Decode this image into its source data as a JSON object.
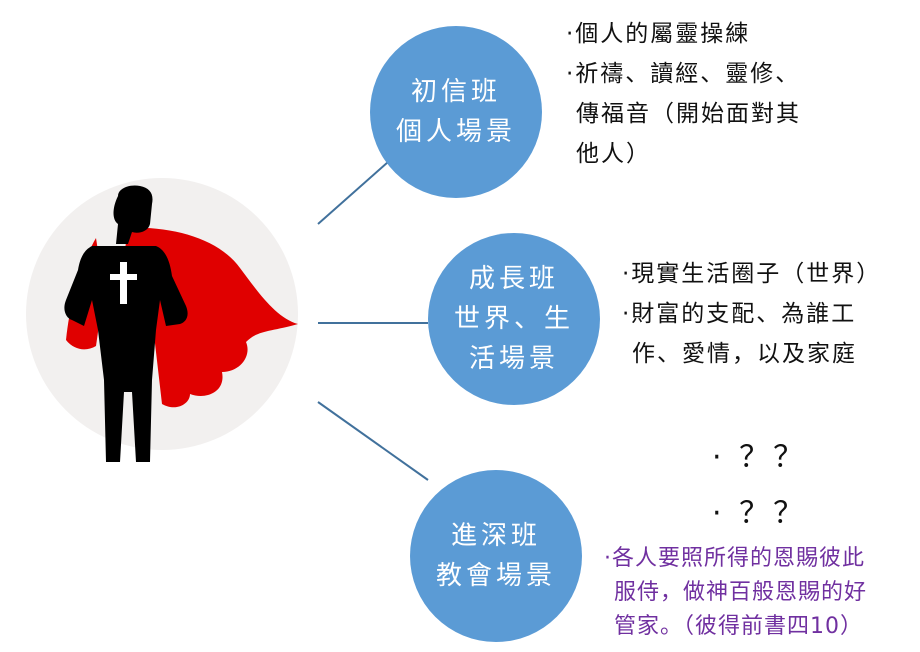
{
  "colors": {
    "circle": "#5b9bd5",
    "connector": "#41719c",
    "cape": "#e00000",
    "figure": "#000000",
    "verse": "#7030a0"
  },
  "hero": {
    "icon": "superhero-with-cross-icon"
  },
  "stages": [
    {
      "line1": "初信班",
      "line2": "個人場景",
      "notes": [
        "·個人的屬靈操練",
        "·祈禱、讀經、靈修、",
        "傳福音（開始面對其",
        "他人）"
      ]
    },
    {
      "line1": "成長班",
      "line2": "世界、生",
      "line3": "活場景",
      "notes": [
        "·現實生活圈子（世界）",
        "·財富的支配、為誰工",
        "作、愛情，以及家庭"
      ]
    },
    {
      "line1": "進深班",
      "line2": "教會場景",
      "questions": [
        "· ？？",
        "· ？？"
      ],
      "verse": [
        "·各人要照所得的恩賜彼此",
        "服侍，做神百般恩賜的好",
        "管家。（彼得前書四10）"
      ]
    }
  ]
}
